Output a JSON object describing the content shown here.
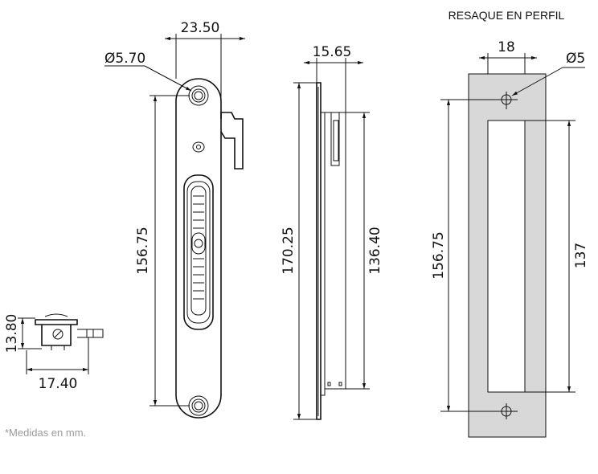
{
  "title_recess": "RESAQUE EN PERFIL",
  "note": "*Medidas en mm.",
  "front": {
    "width_label": "23.50",
    "hole_label": "Ø5.70",
    "hole_pitch_label": "156.75"
  },
  "side": {
    "thickness_label": "15.65",
    "total_height_label": "170.25",
    "body_height_label": "136.40"
  },
  "bottom": {
    "height_label": "13.80",
    "width_label": "17.40"
  },
  "recess": {
    "width_label": "18",
    "hole_label": "Ø5",
    "hole_pitch_label": "156.75",
    "slot_height_label": "137"
  },
  "colors": {
    "recess_fill": "#d8d8d8",
    "line": "#111111",
    "note": "#9a9a9a"
  }
}
